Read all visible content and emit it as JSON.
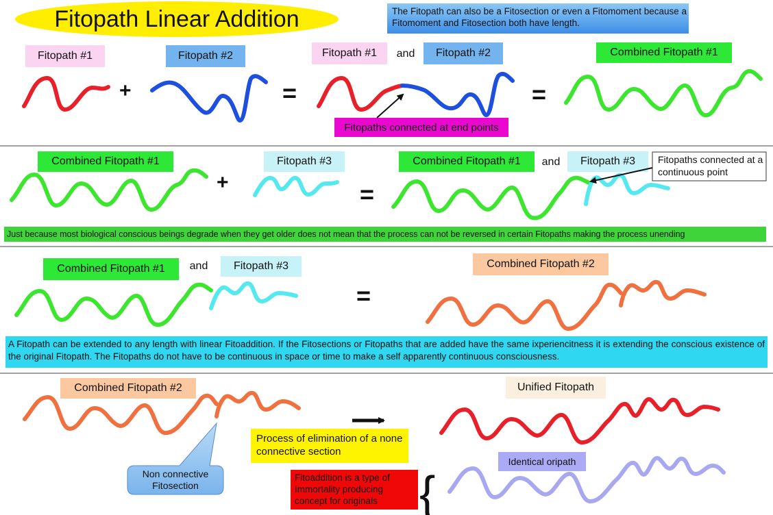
{
  "title": "Fitopath Linear Addition",
  "top_note": "The Fitopath can also be a Fitosection or even a Fitomoment because a Fitomoment and Fitosection both have length.",
  "section1": {
    "fitopath1": "Fitopath #1",
    "fitopath2": "Fitopath #2",
    "plus": "+",
    "equals": "=",
    "pair_a": "Fitopath #1",
    "and": "and",
    "pair_b": "Fitopath #2",
    "equals2": "=",
    "result": "Combined Fitopath #1",
    "callout": "Fitopaths connected at end points"
  },
  "section2": {
    "combined": "Combined Fitopath #1",
    "plus": "+",
    "fitopath3": "Fitopath #3",
    "equals": "=",
    "pair_a": "Combined Fitopath #1",
    "and": "and",
    "pair_b": "Fitopath #3",
    "callout": "Fitopaths connected at a continuous point",
    "note": "Just because most biological conscious beings degrade when they get older does not mean that the process can not be reversed in certain Fitopaths making the process unending"
  },
  "section3": {
    "pair_a": "Combined Fitopath #1",
    "and": "and",
    "pair_b": "Fitopath #3",
    "equals": "=",
    "result": "Combined Fitopath #2",
    "note": "A Fitopath can be extended to any length with linear Fitoaddition. If the Fitosections or Fitopaths that are added have the same ixperiencitness it is extending the conscious existence of the original Fitopath. The Fitopaths do not have to be continuous in space or time to make a self apparently continuous consciousness."
  },
  "section4": {
    "combined": "Combined Fitopath #2",
    "bubble": "Non connective Fitosection",
    "process": "Process of elimination of a none connective section",
    "unified": "Unified Fitopath",
    "identical": "Identical oripath",
    "immortality": "Fitoaddition is a type of Immortality producing concept for originals",
    "brace": "{"
  },
  "colors": {
    "red": "#e8202a",
    "blue": "#1e50e0",
    "green": "#3ce62e",
    "cyan": "#55e8f0",
    "orange": "#f07040",
    "lavender": "#a8a8f0",
    "title_bg": "#ffee00",
    "label_pink": "#fbd4f2",
    "label_blue": "#74b4ee",
    "label_green": "#2ee838",
    "label_cyan": "#c6f2f8",
    "label_orange": "#fbc8a0",
    "label_cream": "#fbf0e0",
    "label_lavender": "#aaaaf5",
    "magenta": "#ea08d0",
    "note_green": "#3fd43a",
    "note_cyan": "#30d7f0",
    "label_yellow": "#fff400",
    "label_red": "#f00808",
    "bubble": "#9ccaf2"
  }
}
